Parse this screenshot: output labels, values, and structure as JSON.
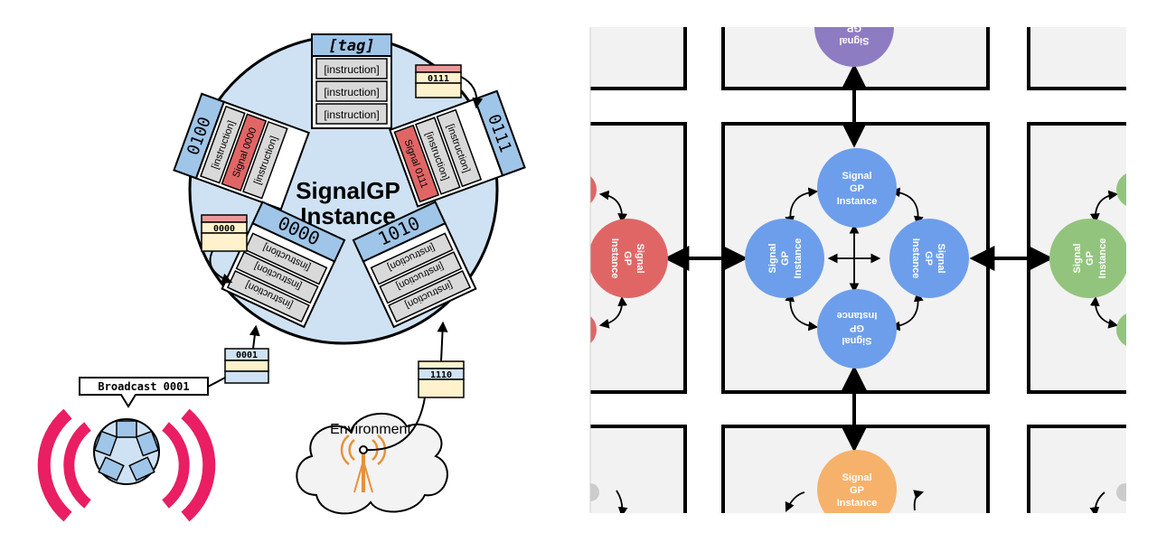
{
  "left": {
    "instance_title_line1": "SignalGP",
    "instance_title_line2": "Instance",
    "instruction_label": "[instruction]",
    "top_function": {
      "tag": "[tag]"
    },
    "function_0111": {
      "tag": "0111",
      "signal": "Signal 0111"
    },
    "function_0100": {
      "tag": "0100",
      "signal": "Signal 0000"
    },
    "function_0000": {
      "tag": "0000"
    },
    "function_1010": {
      "tag": "1010"
    },
    "event_0111": "0111",
    "event_0000": "0000",
    "event_0001": "0001",
    "event_1110": "1110",
    "broadcast_label": "Broadcast 0001",
    "environment_label": "Environment",
    "colors": {
      "instance_fill": "#cfe2f3",
      "tag_fill": "#9fc5e8",
      "signal_fill": "#e06666",
      "instr_fill": "#d9d9d9",
      "broadcast_arcs": "#e91e63",
      "event_fill": "#fff2cc",
      "event_stripe": "#ea9999",
      "antenna": "#e69138"
    }
  },
  "right": {
    "node_line1": "Signal",
    "node_line2": "GP",
    "node_line3": "Instance",
    "colors": {
      "blue": "#6d9eeb",
      "red": "#e06666",
      "green": "#93c47d",
      "orange": "#f6b26b",
      "purple": "#8e7cc3",
      "cell": "#f2f2f2"
    }
  }
}
